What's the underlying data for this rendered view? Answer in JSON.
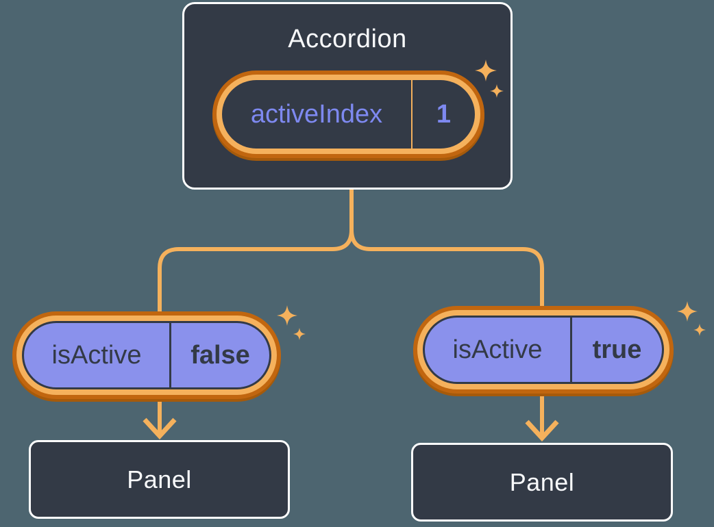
{
  "accordion": {
    "title": "Accordion",
    "state": {
      "name": "activeIndex",
      "value": "1"
    }
  },
  "children": [
    {
      "prop": {
        "name": "isActive",
        "value": "false"
      },
      "panel": "Panel"
    },
    {
      "prop": {
        "name": "isActive",
        "value": "true"
      },
      "panel": "Panel"
    }
  ],
  "icons": {
    "sparkle": "✦"
  },
  "colors": {
    "background": "#4D6570",
    "card": "#333A46",
    "card_border": "#FFFFFF",
    "pill_fill": "#8A91EC",
    "accent_light": "#F5B15C",
    "accent_dark": "#C1660F",
    "accent_shadow": "#A55A0B",
    "text_light": "#F8F9FB",
    "text_dark": "#333A46",
    "state_text": "#7E89F0"
  }
}
